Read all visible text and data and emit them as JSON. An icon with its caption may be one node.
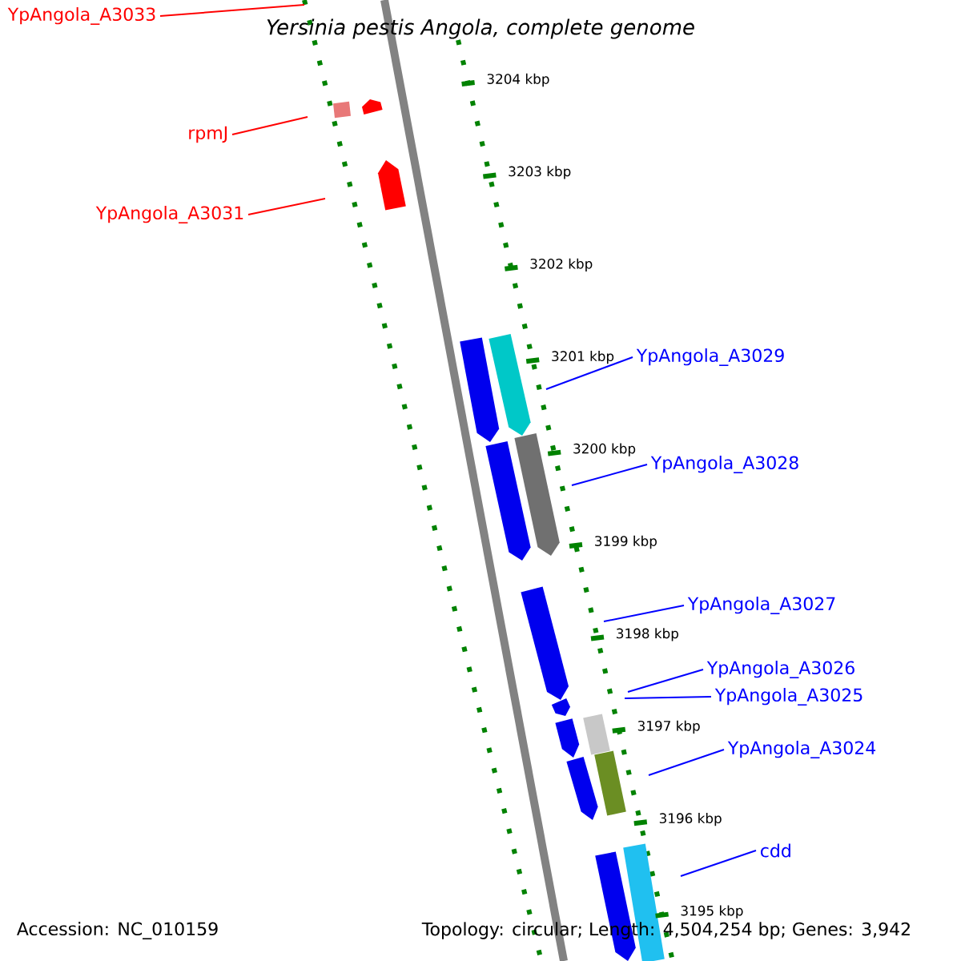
{
  "diagram": {
    "title": "Yersinia pestis Angola, complete genome",
    "nodes": [
      {
        "text": [
          "YpAngola_A3033"
        ]
      },
      {
        "text": [
          "rpmJ"
        ]
      },
      {
        "text": [
          "YpAngola_A3031"
        ]
      },
      {
        "text": [
          "YpAngola_A3029"
        ]
      },
      {
        "text": [
          "YpAngola_A3028"
        ]
      },
      {
        "text": [
          "YpAngola_A3027"
        ]
      },
      {
        "text": [
          "YpAngola_A3026"
        ]
      },
      {
        "text": [
          "YpAngola_A3025"
        ]
      },
      {
        "text": [
          "YpAngola_A3024"
        ]
      },
      {
        "text": [
          "cdd"
        ]
      }
    ],
    "edges": [
      {
        "from": 0,
        "to": null,
        "arrow": "none",
        "color": "#ff0000"
      },
      {
        "from": 1,
        "to": null,
        "arrow": "none",
        "color": "#ff0000"
      },
      {
        "from": 2,
        "to": null,
        "arrow": "none",
        "color": "#ff0000"
      },
      {
        "from": 3,
        "to": null,
        "arrow": "none"
      },
      {
        "from": 4,
        "to": null,
        "arrow": "none"
      },
      {
        "from": 5,
        "to": null,
        "arrow": "none"
      },
      {
        "from": 6,
        "to": null,
        "arrow": "none"
      },
      {
        "from": 7,
        "to": null,
        "arrow": "none"
      },
      {
        "from": 8,
        "to": null,
        "arrow": "none"
      },
      {
        "from": 9,
        "to": null,
        "arrow": "none"
      }
    ],
    "labels": [
      "3204 kbp",
      "3203 kbp",
      "3202 kbp",
      "3201 kbp",
      "3200 kbp",
      "3199 kbp",
      "3198 kbp",
      "3197 kbp",
      "3196 kbp",
      "3195 kbp",
      "Accession: NC_010159",
      "Topology: circular; Length: 4,504,254 bp; Genes: 3,942"
    ]
  }
}
